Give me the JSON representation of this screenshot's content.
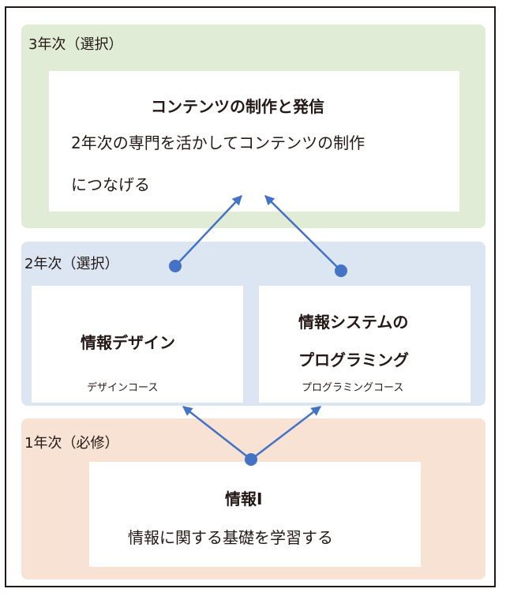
{
  "years": {
    "third": {
      "label": "3年次（選択）",
      "title": "コンテンツの制作と発信",
      "desc_line1": "2年次の専門を活かしてコンテンツの制作",
      "desc_line2": "につなげる"
    },
    "second": {
      "label": "2年次（選択）",
      "courses": [
        {
          "title": "情報デザイン",
          "subtitle": "デザインコース"
        },
        {
          "title_line1": "情報システムの",
          "title_line2": "プログラミング",
          "subtitle": "プログラミングコース"
        }
      ]
    },
    "first": {
      "label": "1年次（必修）",
      "title": "情報Ⅰ",
      "desc": "情報に関する基礎を学習する"
    }
  },
  "colors": {
    "third_bg": "#e1ecd6",
    "second_bg": "#dbe6f2",
    "first_bg": "#f7e2d3",
    "arrow": "#4472c4",
    "border": "#231815"
  }
}
